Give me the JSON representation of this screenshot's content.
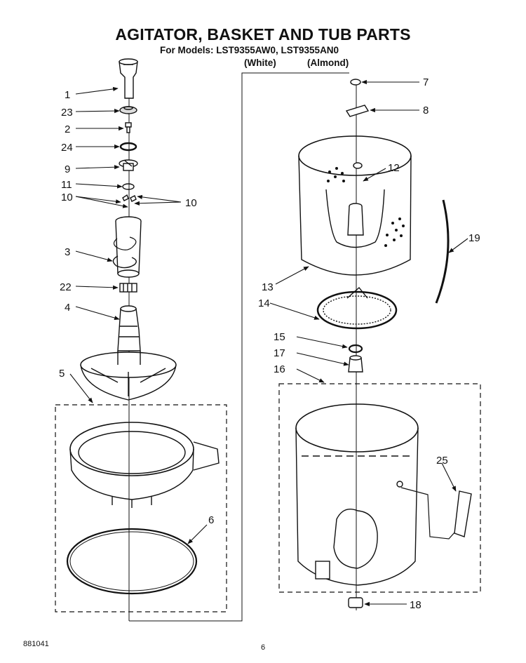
{
  "header": {
    "title": "AGITATOR, BASKET AND TUB PARTS",
    "subtitle": "For Models: LST9355AW0, LST9355AN0",
    "variant_white": "(White)",
    "variant_almond": "(Almond)"
  },
  "callouts": {
    "c1": "1",
    "c23": "23",
    "c2": "2",
    "c24": "24",
    "c9": "9",
    "c11": "11",
    "c10a": "10",
    "c10b": "10",
    "c3": "3",
    "c22": "22",
    "c4": "4",
    "c5": "5",
    "c6": "6",
    "c7": "7",
    "c8": "8",
    "c12": "12",
    "c19": "19",
    "c13": "13",
    "c14": "14",
    "c15": "15",
    "c17": "17",
    "c16": "16",
    "c25": "25",
    "c18": "18"
  },
  "footer": {
    "doc_number": "881041",
    "page_number": "6"
  }
}
